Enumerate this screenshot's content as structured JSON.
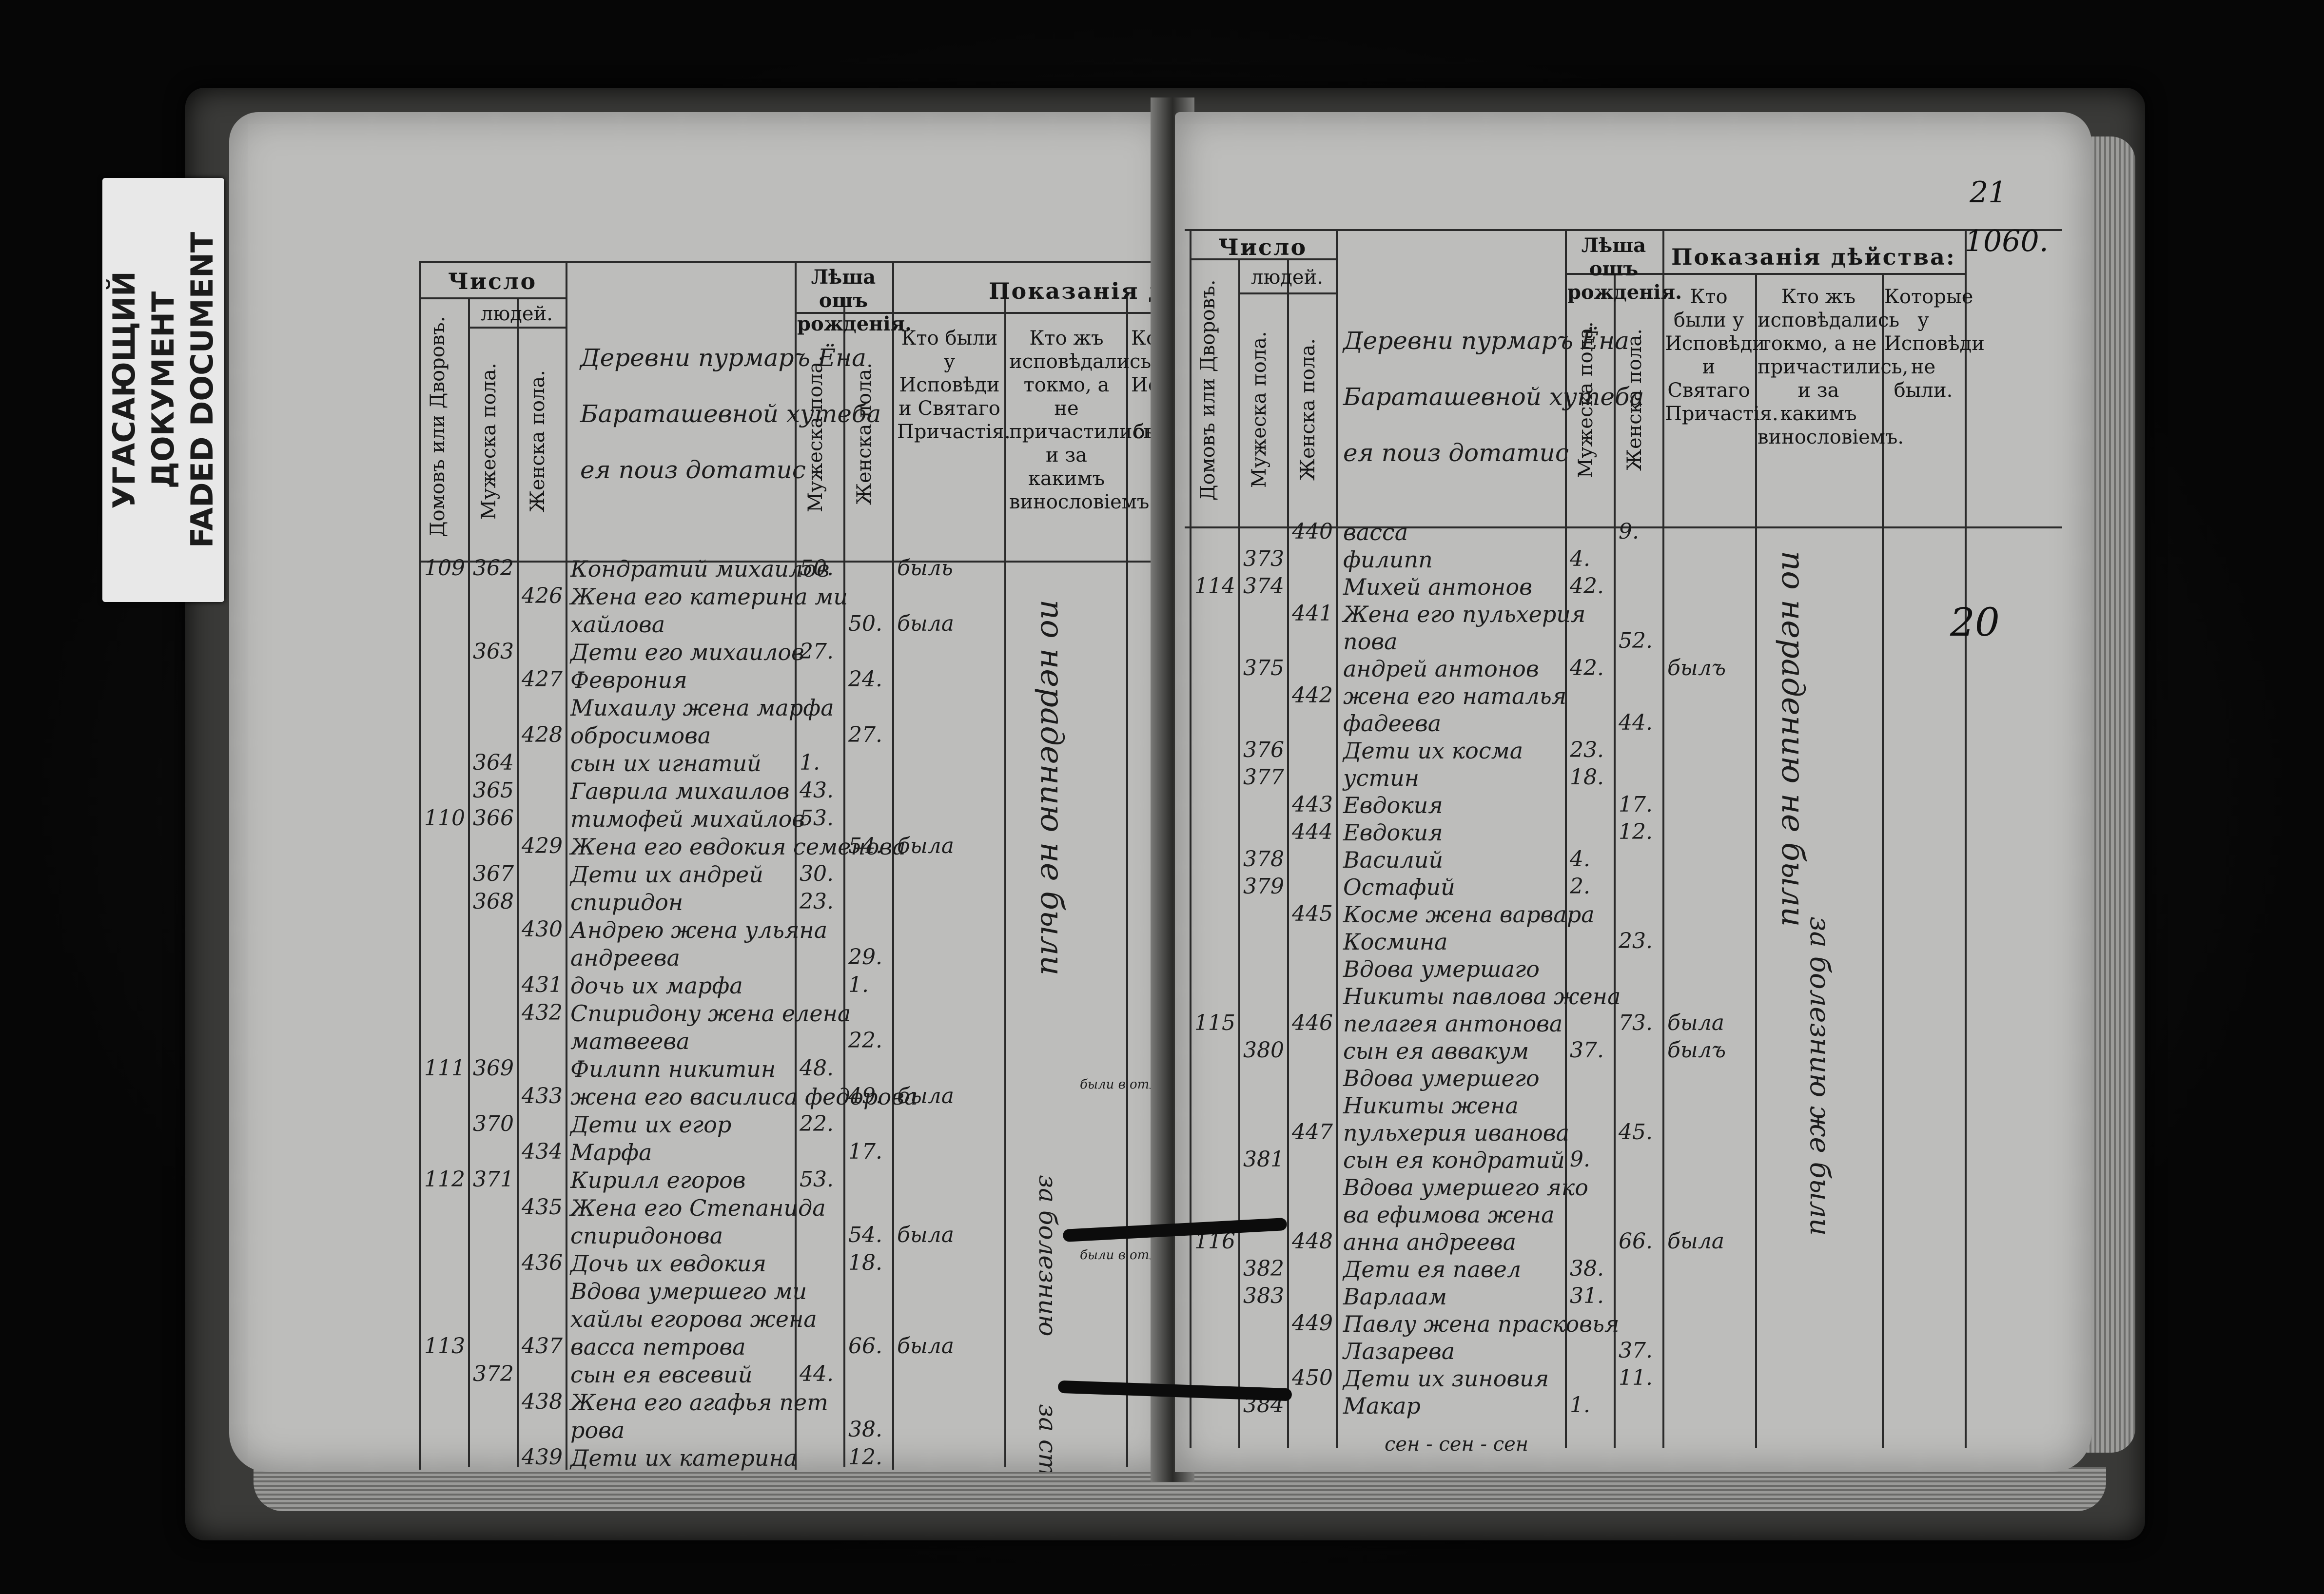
{
  "archive_label": {
    "line1": "УГАСАЮЩИЙ ДОКУМЕНТ",
    "line2": "FADED DOCUMENT"
  },
  "headers": {
    "chislo": "Число",
    "lyudey": "людей.",
    "domov": "Домовъ или Дворовъ.",
    "muzh": "Мужеска пола.",
    "zhen": "Женска пола.",
    "leta": "Лѣша ошъ рожденія.",
    "leta_muzh": "Мужеска пола.",
    "leta_zhen": "Женска пола.",
    "pokazaniya": "Показанія дѣйства:",
    "kto_byli": "Кто были у Исповѣди и Святаго Причастія.",
    "kto_zh": "Кто жъ исповѣдались токмо, а не причастились, и за какимъ винословіемъ.",
    "kotorye": "Которые у Исповѣди не были."
  },
  "page_number": "21",
  "folio": "1060.",
  "margin_number": "20",
  "left": {
    "title": [
      "Деревни пурмаръ Ёна",
      "Бараташевной хутеба",
      "ея поиз дотатис"
    ],
    "rows": [
      {
        "dvor": "109",
        "m": "362",
        "f": "",
        "name": "Кондратий михаилов",
        "am": "50.",
        "af": "",
        "note": "быль"
      },
      {
        "dvor": "",
        "m": "",
        "f": "426",
        "name": "Жена его катерина ми",
        "am": "",
        "af": "",
        "note": ""
      },
      {
        "dvor": "",
        "m": "",
        "f": "",
        "name": "хайлова",
        "am": "",
        "af": "50.",
        "note": "была"
      },
      {
        "dvor": "",
        "m": "363",
        "f": "",
        "name": "Дети его михаилов",
        "am": "27.",
        "af": "",
        "note": ""
      },
      {
        "dvor": "",
        "m": "",
        "f": "427",
        "name": "Феврония",
        "am": "",
        "af": "24.",
        "note": ""
      },
      {
        "dvor": "",
        "m": "",
        "f": "",
        "name": "Михаилу жена марфа",
        "am": "",
        "af": "",
        "note": ""
      },
      {
        "dvor": "",
        "m": "",
        "f": "428",
        "name": "обросимова",
        "am": "",
        "af": "27.",
        "note": ""
      },
      {
        "dvor": "",
        "m": "364",
        "f": "",
        "name": "сын их игнатий",
        "am": "1.",
        "af": "",
        "note": ""
      },
      {
        "dvor": "",
        "m": "365",
        "f": "",
        "name": "Гаврила михаилов",
        "am": "43.",
        "af": "",
        "note": ""
      },
      {
        "dvor": "110",
        "m": "366",
        "f": "",
        "name": "тимофей михайлов",
        "am": "53.",
        "af": "",
        "note": ""
      },
      {
        "dvor": "",
        "m": "",
        "f": "429",
        "name": "Жена его евдокия семенова",
        "am": "",
        "af": "54.",
        "note": "была"
      },
      {
        "dvor": "",
        "m": "367",
        "f": "",
        "name": "Дети их андрей",
        "am": "30.",
        "af": "",
        "note": ""
      },
      {
        "dvor": "",
        "m": "368",
        "f": "",
        "name": "спиридон",
        "am": "23.",
        "af": "",
        "note": ""
      },
      {
        "dvor": "",
        "m": "",
        "f": "430",
        "name": "Андрею жена ульяна",
        "am": "",
        "af": "",
        "note": ""
      },
      {
        "dvor": "",
        "m": "",
        "f": "",
        "name": "андреева",
        "am": "",
        "af": "29.",
        "note": ""
      },
      {
        "dvor": "",
        "m": "",
        "f": "431",
        "name": "дочь их марфа",
        "am": "",
        "af": "1.",
        "note": ""
      },
      {
        "dvor": "",
        "m": "",
        "f": "432",
        "name": "Спиридону жена елена",
        "am": "",
        "af": "",
        "note": ""
      },
      {
        "dvor": "",
        "m": "",
        "f": "",
        "name": "матвеева",
        "am": "",
        "af": "22.",
        "note": ""
      },
      {
        "dvor": "111",
        "m": "369",
        "f": "",
        "name": "Филипп никитин",
        "am": "48.",
        "af": "",
        "note": ""
      },
      {
        "dvor": "",
        "m": "",
        "f": "433",
        "name": "жена его василиса федорова",
        "am": "",
        "af": "49.",
        "note": "была"
      },
      {
        "dvor": "",
        "m": "370",
        "f": "",
        "name": "Дети их егор",
        "am": "22.",
        "af": "",
        "note": ""
      },
      {
        "dvor": "",
        "m": "",
        "f": "434",
        "name": "Марфа",
        "am": "",
        "af": "17.",
        "note": ""
      },
      {
        "dvor": "112",
        "m": "371",
        "f": "",
        "name": "Кирилл егоров",
        "am": "53.",
        "af": "",
        "note": ""
      },
      {
        "dvor": "",
        "m": "",
        "f": "435",
        "name": "Жена его Степанида",
        "am": "",
        "af": "",
        "note": ""
      },
      {
        "dvor": "",
        "m": "",
        "f": "",
        "name": "спиридонова",
        "am": "",
        "af": "54.",
        "note": "была"
      },
      {
        "dvor": "",
        "m": "",
        "f": "436",
        "name": "Дочь их евдокия",
        "am": "",
        "af": "18.",
        "note": ""
      },
      {
        "dvor": "",
        "m": "",
        "f": "",
        "name": "Вдова умершего ми",
        "am": "",
        "af": "",
        "note": ""
      },
      {
        "dvor": "",
        "m": "",
        "f": "",
        "name": "хайлы егорова жена",
        "am": "",
        "af": "",
        "note": ""
      },
      {
        "dvor": "113",
        "m": "",
        "f": "437",
        "name": "васса петрова",
        "am": "",
        "af": "66.",
        "note": "была"
      },
      {
        "dvor": "",
        "m": "372",
        "f": "",
        "name": "сын ея евсевий",
        "am": "44.",
        "af": "",
        "note": ""
      },
      {
        "dvor": "",
        "m": "",
        "f": "438",
        "name": "Жена его агафья пет",
        "am": "",
        "af": "",
        "note": ""
      },
      {
        "dvor": "",
        "m": "",
        "f": "",
        "name": "рова",
        "am": "",
        "af": "38.",
        "note": ""
      },
      {
        "dvor": "",
        "m": "",
        "f": "439",
        "name": "Дети их катерина",
        "am": "",
        "af": "12.",
        "note": ""
      }
    ],
    "vertical_remark": "по нерадению не были",
    "vertical_remark2": "за старостию",
    "vertical_remark3": "за болезнию",
    "remark_small1": "были в отлучке",
    "remark_small2": "были в отлучке"
  },
  "right": {
    "title": [
      "Деревни пурмаръ Ёна",
      "Бараташевной хутеба",
      "ея поиз дотатис"
    ],
    "rows": [
      {
        "dvor": "",
        "m": "",
        "f": "440",
        "name": "васса",
        "am": "",
        "af": "9.",
        "note": ""
      },
      {
        "dvor": "",
        "m": "373",
        "f": "",
        "name": "филипп",
        "am": "4.",
        "af": "",
        "note": ""
      },
      {
        "dvor": "114",
        "m": "374",
        "f": "",
        "name": "Михей антонов",
        "am": "42.",
        "af": "",
        "note": ""
      },
      {
        "dvor": "",
        "m": "",
        "f": "441",
        "name": "Жена его пульхерия",
        "am": "",
        "af": "",
        "note": ""
      },
      {
        "dvor": "",
        "m": "",
        "f": "",
        "name": "пова",
        "am": "",
        "af": "52.",
        "note": ""
      },
      {
        "dvor": "",
        "m": "375",
        "f": "",
        "name": "андрей антонов",
        "am": "42.",
        "af": "",
        "note": "былъ"
      },
      {
        "dvor": "",
        "m": "",
        "f": "442",
        "name": "жена его наталья",
        "am": "",
        "af": "",
        "note": ""
      },
      {
        "dvor": "",
        "m": "",
        "f": "",
        "name": "фадеева",
        "am": "",
        "af": "44.",
        "note": ""
      },
      {
        "dvor": "",
        "m": "376",
        "f": "",
        "name": "Дети их косма",
        "am": "23.",
        "af": "",
        "note": ""
      },
      {
        "dvor": "",
        "m": "377",
        "f": "",
        "name": "устин",
        "am": "18.",
        "af": "",
        "note": ""
      },
      {
        "dvor": "",
        "m": "",
        "f": "443",
        "name": "Евдокия",
        "am": "",
        "af": "17.",
        "note": ""
      },
      {
        "dvor": "",
        "m": "",
        "f": "444",
        "name": "Евдокия",
        "am": "",
        "af": "12.",
        "note": ""
      },
      {
        "dvor": "",
        "m": "378",
        "f": "",
        "name": "Василий",
        "am": "4.",
        "af": "",
        "note": ""
      },
      {
        "dvor": "",
        "m": "379",
        "f": "",
        "name": "Остафий",
        "am": "2.",
        "af": "",
        "note": ""
      },
      {
        "dvor": "",
        "m": "",
        "f": "445",
        "name": "Косме жена варвара",
        "am": "",
        "af": "",
        "note": ""
      },
      {
        "dvor": "",
        "m": "",
        "f": "",
        "name": "Космина",
        "am": "",
        "af": "23.",
        "note": ""
      },
      {
        "dvor": "",
        "m": "",
        "f": "",
        "name": "Вдова умершаго",
        "am": "",
        "af": "",
        "note": ""
      },
      {
        "dvor": "",
        "m": "",
        "f": "",
        "name": "Никиты павлова жена",
        "am": "",
        "af": "",
        "note": ""
      },
      {
        "dvor": "115",
        "m": "",
        "f": "446",
        "name": "пелагея антонова",
        "am": "",
        "af": "73.",
        "note": "была"
      },
      {
        "dvor": "",
        "m": "380",
        "f": "",
        "name": "сын ея аввакум",
        "am": "37.",
        "af": "",
        "note": "былъ"
      },
      {
        "dvor": "",
        "m": "",
        "f": "",
        "name": "Вдова умершего",
        "am": "",
        "af": "",
        "note": ""
      },
      {
        "dvor": "",
        "m": "",
        "f": "",
        "name": "Никиты жена",
        "am": "",
        "af": "",
        "note": ""
      },
      {
        "dvor": "",
        "m": "",
        "f": "447",
        "name": "пульхерия иванова",
        "am": "",
        "af": "45.",
        "note": ""
      },
      {
        "dvor": "",
        "m": "381",
        "f": "",
        "name": "сын ея кондратий",
        "am": "9.",
        "af": "",
        "note": ""
      },
      {
        "dvor": "",
        "m": "",
        "f": "",
        "name": "Вдова умершего яко",
        "am": "",
        "af": "",
        "note": ""
      },
      {
        "dvor": "",
        "m": "",
        "f": "",
        "name": "ва ефимова жена",
        "am": "",
        "af": "",
        "note": ""
      },
      {
        "dvor": "116",
        "m": "",
        "f": "448",
        "name": "анна андреева",
        "am": "",
        "af": "66.",
        "note": "была"
      },
      {
        "dvor": "",
        "m": "382",
        "f": "",
        "name": "Дети ея павел",
        "am": "38.",
        "af": "",
        "note": ""
      },
      {
        "dvor": "",
        "m": "383",
        "f": "",
        "name": "Варлаам",
        "am": "31.",
        "af": "",
        "note": ""
      },
      {
        "dvor": "",
        "m": "",
        "f": "449",
        "name": "Павлу жена прасковья",
        "am": "",
        "af": "",
        "note": ""
      },
      {
        "dvor": "",
        "m": "",
        "f": "",
        "name": "Лазарева",
        "am": "",
        "af": "37.",
        "note": ""
      },
      {
        "dvor": "",
        "m": "",
        "f": "450",
        "name": "Дети их зиновия",
        "am": "",
        "af": "11.",
        "note": ""
      },
      {
        "dvor": "",
        "m": "384",
        "f": "",
        "name": "Макар",
        "am": "1.",
        "af": "",
        "note": ""
      }
    ],
    "footer": "сен - сен - сен",
    "vertical_remark": "по нерадению не были",
    "vertical_remark2": "за болезнию же были"
  }
}
